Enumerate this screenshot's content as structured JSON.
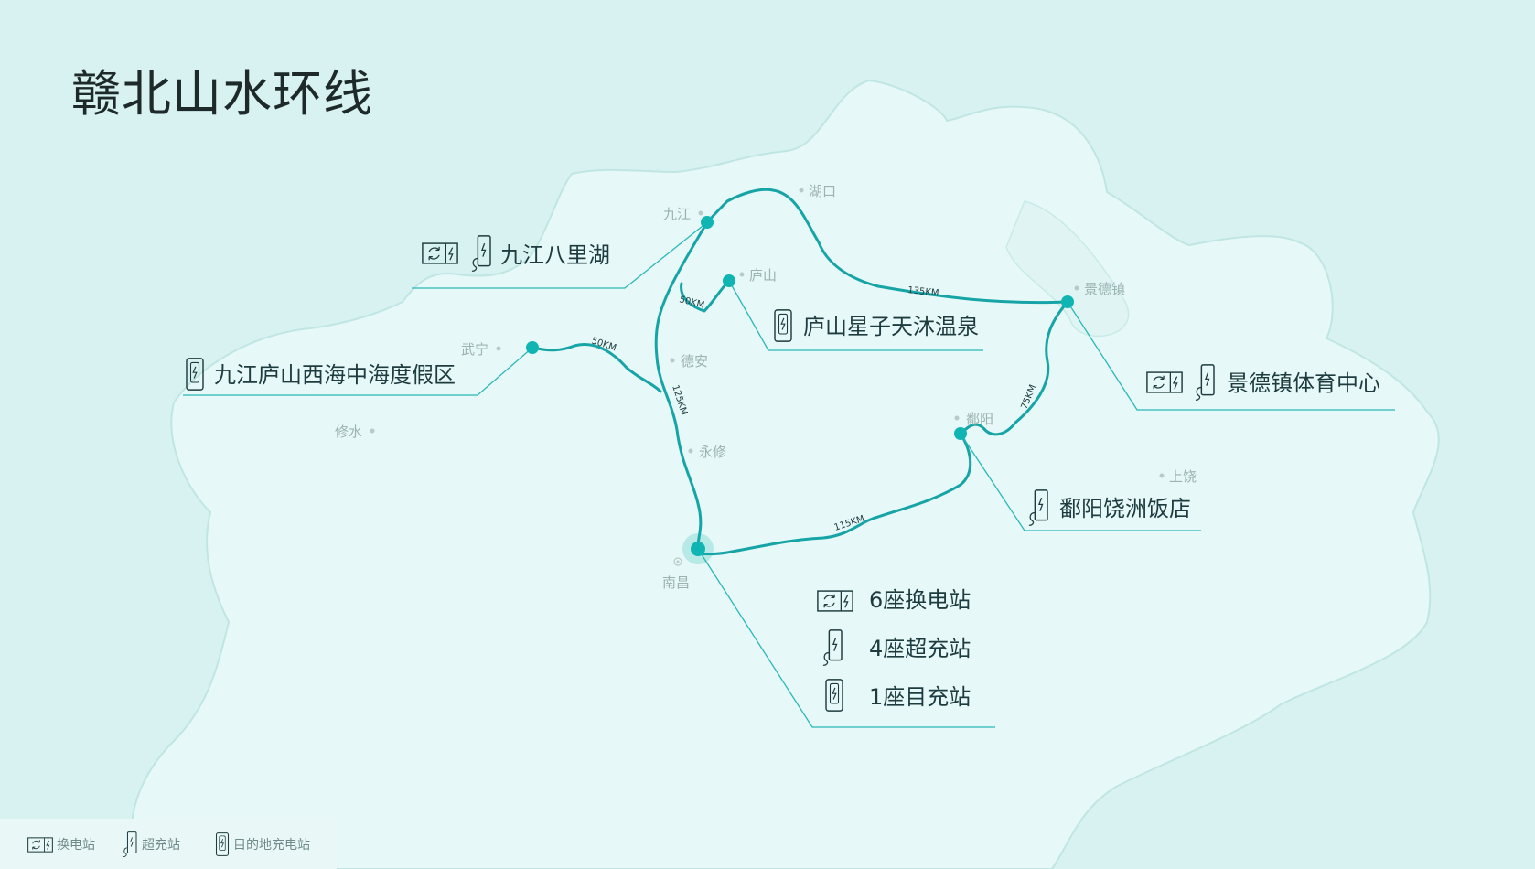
{
  "title": "赣北山水环线",
  "cities": [
    {
      "id": "jiujiang",
      "name": "九江"
    },
    {
      "id": "hukou",
      "name": "湖口"
    },
    {
      "id": "lushan",
      "name": "庐山"
    },
    {
      "id": "jingdezhen",
      "name": "景德镇"
    },
    {
      "id": "wuning",
      "name": "武宁"
    },
    {
      "id": "dean",
      "name": "德安"
    },
    {
      "id": "xiushui",
      "name": "修水"
    },
    {
      "id": "yongxiu",
      "name": "永修"
    },
    {
      "id": "poyang",
      "name": "鄱阳"
    },
    {
      "id": "shangrao",
      "name": "上饶"
    },
    {
      "id": "nanchang",
      "name": "南昌"
    }
  ],
  "distances": {
    "hukou_jingdezhen": "135KM",
    "jiujiang_lushan": "50KM",
    "wuning_yongxiu": "50KM",
    "jiujiang_nanchang": "125KM",
    "jingdezhen_poyang": "75KM",
    "poyang_nanchang": "115KM"
  },
  "stations": {
    "jiujiang": {
      "name": "九江八里湖",
      "icons": [
        "swap-station-icon",
        "supercharger-icon"
      ]
    },
    "lushan": {
      "name": "庐山星子天沐温泉",
      "icons": [
        "destination-charger-icon"
      ]
    },
    "wuning": {
      "name": "九江庐山西海中海度假区",
      "icons": [
        "destination-charger-icon"
      ]
    },
    "jingdezhen": {
      "name": "景德镇体育中心",
      "icons": [
        "swap-station-icon",
        "supercharger-icon"
      ]
    },
    "poyang": {
      "name": "鄱阳饶洲饭店",
      "icons": [
        "supercharger-icon"
      ]
    }
  },
  "nanchang_summary": [
    {
      "icon": "swap-station-icon",
      "text": "6座换电站"
    },
    {
      "icon": "supercharger-icon",
      "text": "4座超充站"
    },
    {
      "icon": "destination-charger-icon",
      "text": "1座目充站"
    }
  ],
  "legend": [
    {
      "icon": "swap-station-icon",
      "label": "换电站"
    },
    {
      "icon": "supercharger-icon",
      "label": "超充站"
    },
    {
      "icon": "destination-charger-icon",
      "label": "目的地充电站"
    }
  ],
  "colors": {
    "background": "#d8f2f1",
    "land": "#e6f8f7",
    "border": "#c0e6e4",
    "route": "#17a4a7",
    "node": "#10b5b3",
    "text_dark": "#1e3c40",
    "text_muted": "#9cb3b3"
  }
}
